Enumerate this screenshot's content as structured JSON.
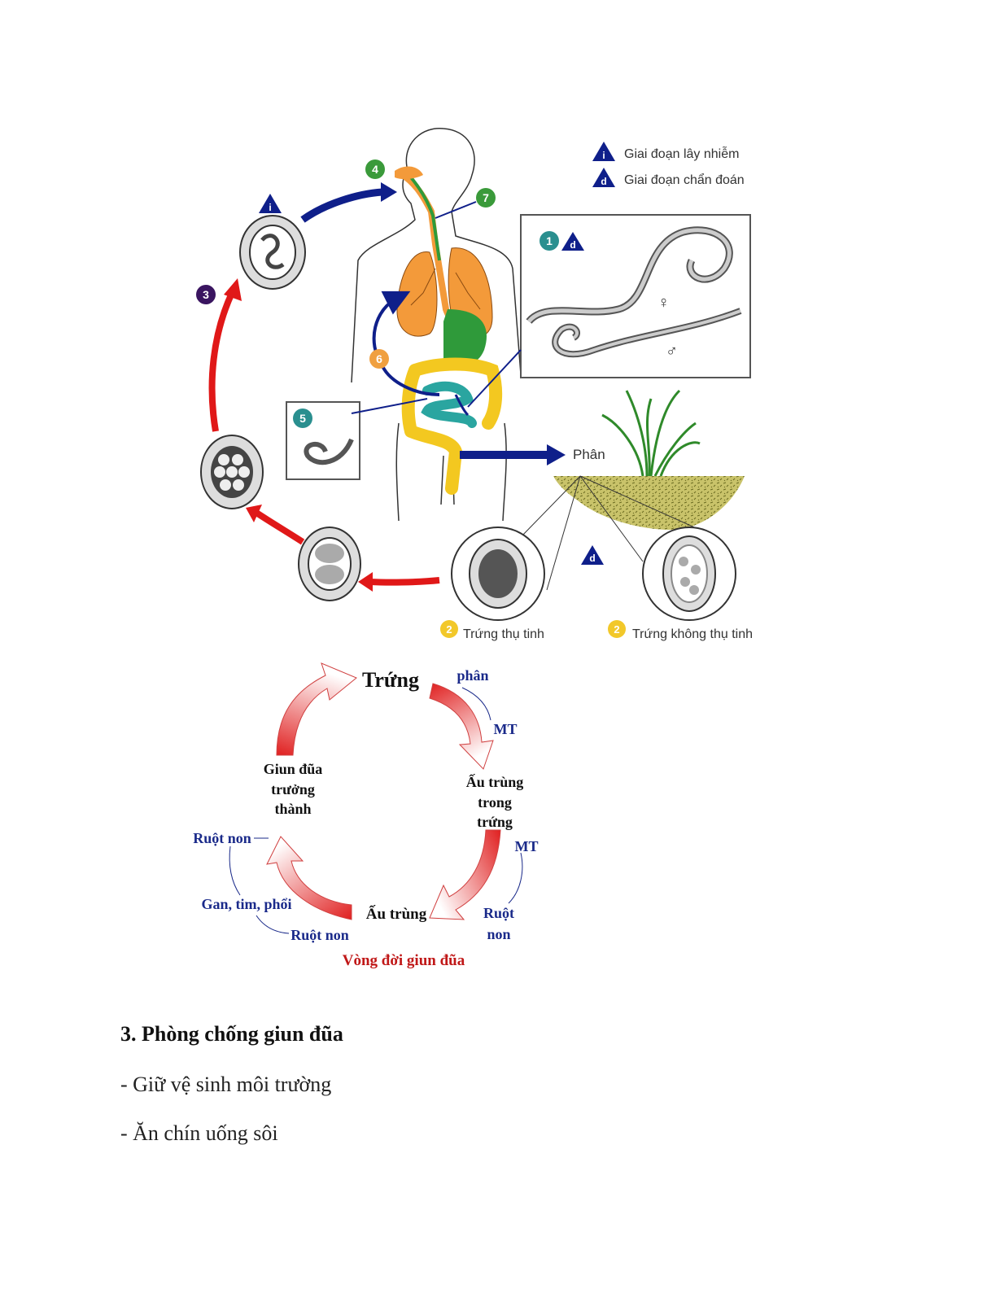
{
  "figure1": {
    "legend_infective_label": "Giai đoạn lây nhiễm",
    "legend_diagnostic_label": "Giai đoạn chẩn đoán",
    "stage_numbers": [
      "1",
      "2",
      "3",
      "4",
      "5",
      "6",
      "7"
    ],
    "infective_symbol": "i",
    "diagnostic_symbol": "d",
    "female_symbol": "♀",
    "male_symbol": "♂",
    "feces_label": "Phân",
    "fertilized_egg_label": "Trứng thụ tinh",
    "unfertilized_egg_label": "Trứng không thụ tinh",
    "colors": {
      "blue_arrow": "#0f1f8a",
      "red_arrow": "#e01818",
      "lungs": "#f39a3a",
      "intestine_small": "#2aa5a0",
      "intestine_large": "#f3c820",
      "stomach": "#2f9a3a",
      "stage_green": "#3a9a3a",
      "stage_teal": "#2a8f8f",
      "stage_purple": "#3a1560",
      "stage_orange": "#f0a040",
      "stage_yellow": "#f2c82a"
    }
  },
  "figure2": {
    "center_top": "Trứng",
    "phan": "phân",
    "mt_top": "MT",
    "larva_in_egg": [
      "Ấu trùng",
      "trong",
      "trứng"
    ],
    "mt_right": "MT",
    "ruot_non_right": [
      "Ruột",
      "non"
    ],
    "larva": "Ấu trùng",
    "ruot_non_bottom": "Ruột non",
    "gan_tim_phoi": "Gan, tim, phổi",
    "ruot_non_left": "Ruột non",
    "adult": [
      "Giun đũa",
      "trưởng",
      "thành"
    ],
    "caption": "Vòng đời giun đũa",
    "colors": {
      "blue_text": "#1a2a8a",
      "red_text": "#c01818",
      "arrow_red": "#e02020"
    }
  },
  "text": {
    "heading": "3. Phòng chống giun đũa",
    "bullets": [
      "- Giữ vệ sinh môi trường",
      "- Ăn chín uống sôi"
    ]
  }
}
